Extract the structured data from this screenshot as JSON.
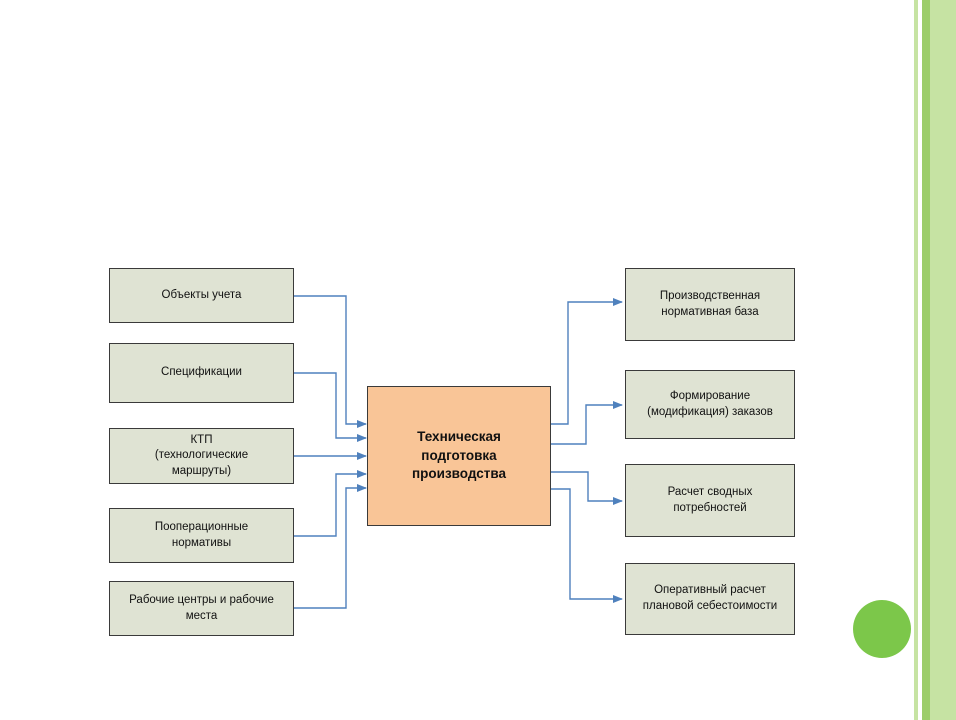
{
  "diagram": {
    "center": "Техническая\nподготовка\nпроизводства",
    "inputs": [
      "Объекты учета",
      "Спецификации",
      "КТП\n(технологические\nмаршруты)",
      "Пооперационные\nнормативы",
      "Рабочие центры и рабочие\nместа"
    ],
    "outputs": [
      "Производственная\nнормативная база",
      "Формирование\n(модификация) заказов",
      "Расчет сводных\nпотребностей",
      "Оперативный расчет\nплановой себестоимости"
    ]
  },
  "colors": {
    "input_box": "#dfe3d3",
    "output_box": "#dfe3d3",
    "center_box": "#f9c597",
    "arrow": "#4f81bd",
    "stripe_light": "#c6e3a3",
    "stripe_dark": "#9ccd6a",
    "dot": "#7cc74a"
  }
}
